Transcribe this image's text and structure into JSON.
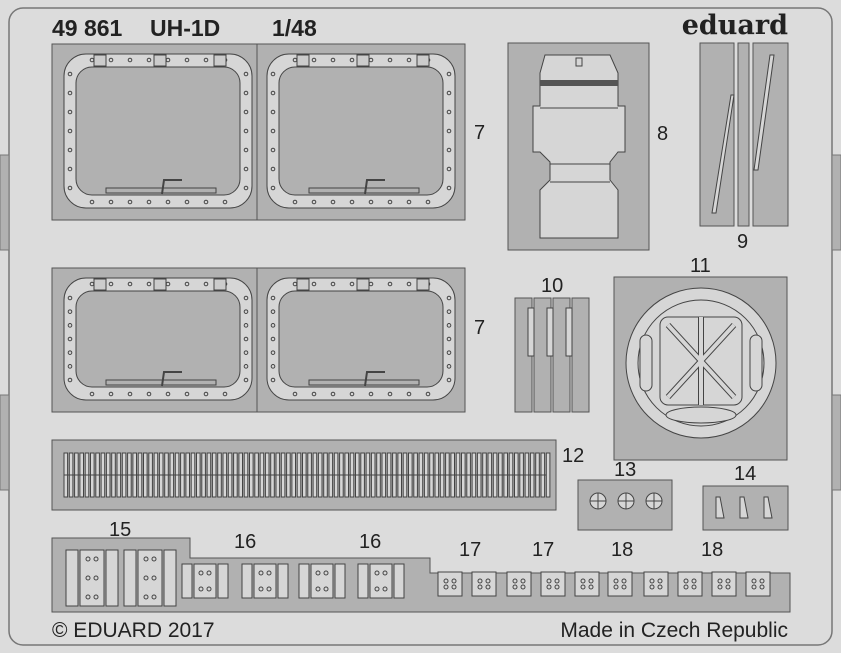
{
  "header": {
    "set_number": "49 861",
    "model": "UH-1D",
    "scale": "1/48",
    "brand": "eduard"
  },
  "part_labels": {
    "p7a": "7",
    "p7b": "7",
    "p8": "8",
    "p9": "9",
    "p10": "10",
    "p11": "11",
    "p12": "12",
    "p13": "13",
    "p14": "14",
    "p15": "15",
    "p16a": "16",
    "p16b": "16",
    "p17a": "17",
    "p17b": "17",
    "p18a": "18",
    "p18b": "18"
  },
  "footer": {
    "copyright": "© EDUARD 2017",
    "origin": "Made in Czech Republic"
  },
  "colors": {
    "background": "#dcdcdc",
    "fret": "#b1b1b1",
    "part": "#d6d6d6",
    "outline": "#444444"
  }
}
